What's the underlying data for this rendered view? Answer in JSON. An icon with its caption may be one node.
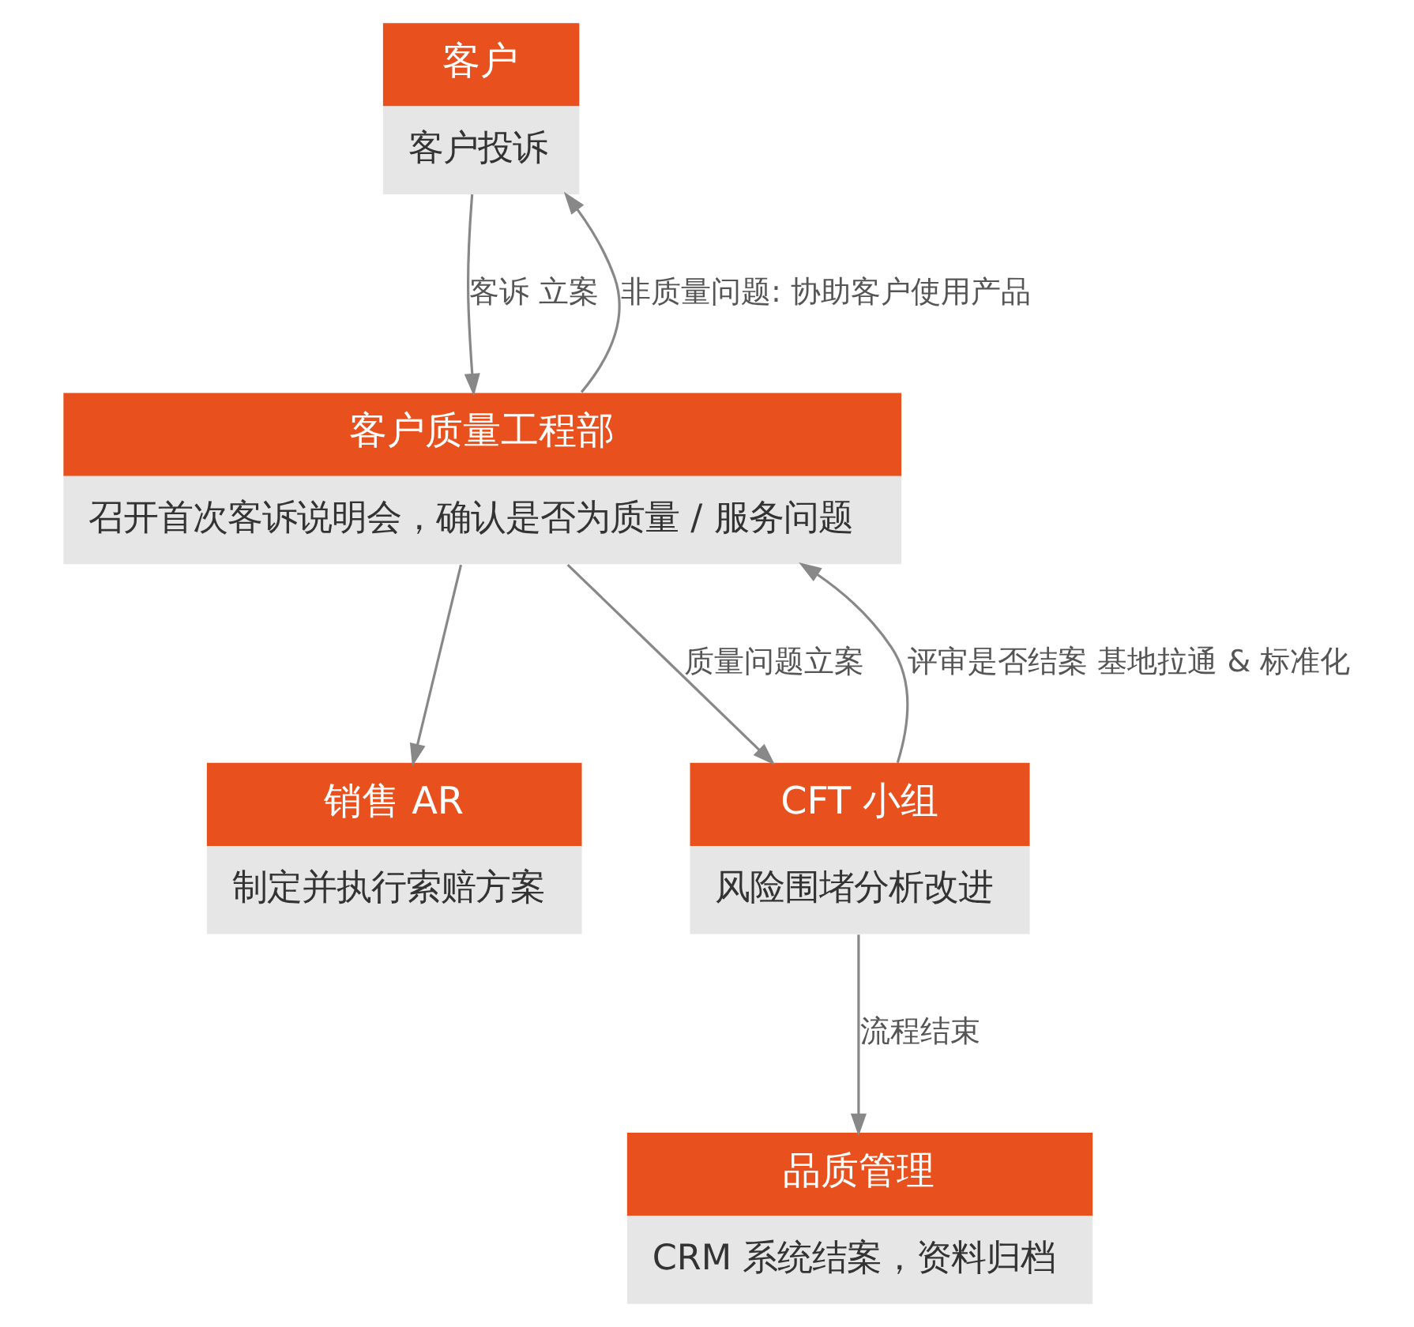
{
  "diagram": {
    "nodes": [
      {
        "text": [
          "客户",
          "客户投诉"
        ]
      },
      {
        "text": [
          "客户质量工程部",
          "召开首次客诉说明会，确认是否为质量 / 服务问题"
        ]
      },
      {
        "text": [
          "销售 AR",
          "制定并执行索赔方案"
        ]
      },
      {
        "text": [
          "CFT 小组",
          "风险围堵分析改进"
        ]
      },
      {
        "text": [
          "品质管理",
          "CRM 系统结案，资料归档"
        ]
      }
    ],
    "edges": [
      {
        "from": 0,
        "to": 1,
        "arrow": "to",
        "label": "客诉 立案"
      },
      {
        "from": 1,
        "to": 0,
        "arrow": "to",
        "label": "非质量问题: 协助客户使用产品"
      },
      {
        "from": 1,
        "to": 2,
        "arrow": "to"
      },
      {
        "from": 1,
        "to": 3,
        "arrow": "to",
        "label": "质量问题立案"
      },
      {
        "from": 3,
        "to": 1,
        "arrow": "to",
        "label": "评审是否结案 基地拉通 & 标准化"
      },
      {
        "from": 3,
        "to": 4,
        "arrow": "to",
        "label": "流程结束"
      }
    ]
  }
}
